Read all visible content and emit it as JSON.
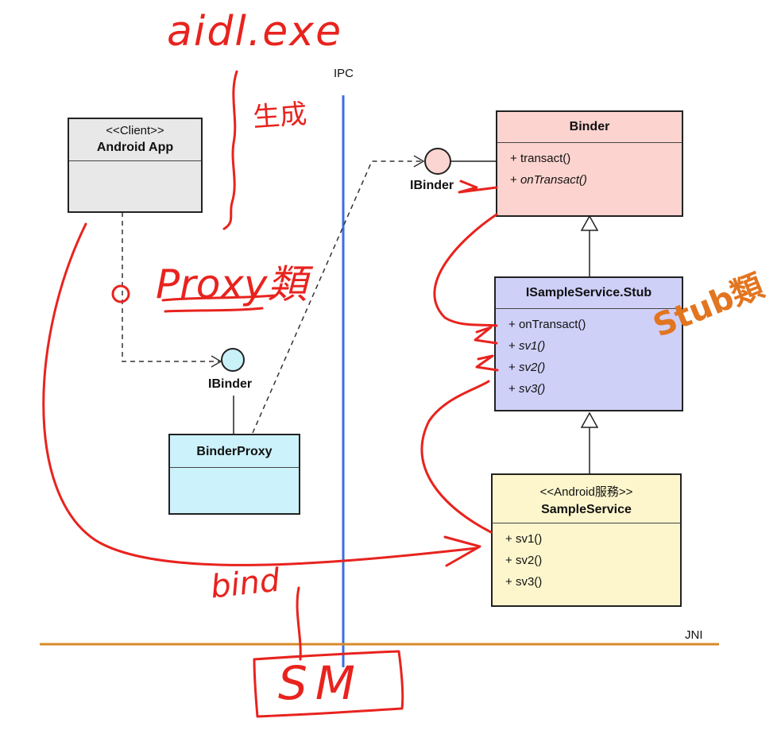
{
  "labels": {
    "ipc": "IPC",
    "jni": "JNI",
    "ibinder_left": "IBinder",
    "ibinder_right": "IBinder"
  },
  "classes": {
    "client": {
      "stereotype": "<<Client>>",
      "name": "Android App"
    },
    "binder_proxy": {
      "name": "BinderProxy"
    },
    "binder": {
      "name": "Binder",
      "ops": [
        {
          "prefix": "+",
          "name": "transact()"
        },
        {
          "prefix": "+",
          "name": "onTransact()"
        }
      ]
    },
    "stub": {
      "name": "ISampleService.Stub",
      "ops": [
        {
          "prefix": "+",
          "name": "onTransact()"
        },
        {
          "prefix": "+",
          "name": "sv1()"
        },
        {
          "prefix": "+",
          "name": "sv2()"
        },
        {
          "prefix": "+",
          "name": "sv3()"
        }
      ]
    },
    "sample_service": {
      "stereotype": "<<Android服務>>",
      "name": "SampleService",
      "ops": [
        {
          "prefix": "+",
          "name": "sv1()"
        },
        {
          "prefix": "+",
          "name": "sv2()"
        },
        {
          "prefix": "+",
          "name": "sv3()"
        }
      ]
    }
  },
  "annotations": {
    "aidl_exe": "aidl.exe",
    "generate": "生成",
    "proxy_class": "Proxy類",
    "stub_class": "Stub類",
    "bind": "bind",
    "sm": "SM"
  },
  "colors": {
    "client_fill": "#e8e8e8",
    "binder_proxy_fill": "#ccf2fb",
    "binder_fill": "#fcd3cf",
    "stub_fill": "#cfd0f8",
    "sample_service_fill": "#fdf6cc",
    "ipc_line": "#3a6fe0",
    "jni_line": "#d98a2a",
    "annotation_red": "#e8231e",
    "annotation_orange": "#e2751f"
  }
}
